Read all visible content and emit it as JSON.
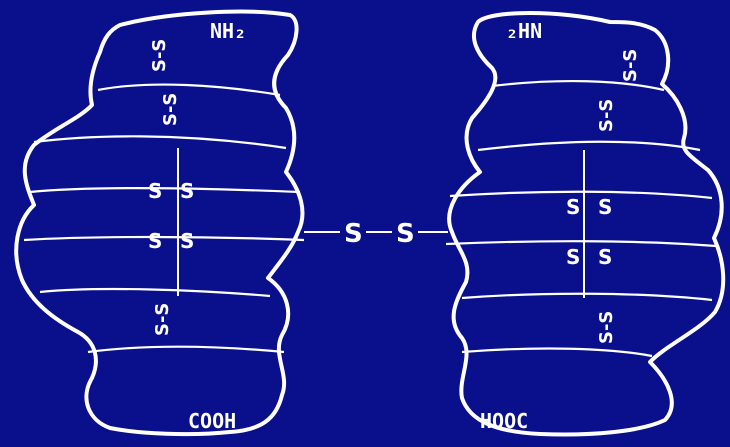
{
  "colors": {
    "background": "#0a0f8c",
    "lines": "#ffffff"
  },
  "left_molecule": {
    "n_terminus": "NH₂",
    "c_terminus": "COOH",
    "bonds": [
      "S-S",
      "S-S",
      "S",
      "S",
      "S",
      "S",
      "S-S"
    ]
  },
  "right_molecule": {
    "n_terminus": "₂HN",
    "c_terminus": "HOOC",
    "bonds": [
      "S-S",
      "S-S",
      "S",
      "S",
      "S",
      "S",
      "S-S"
    ]
  },
  "interchain": {
    "s1": "S",
    "s2": "S"
  }
}
